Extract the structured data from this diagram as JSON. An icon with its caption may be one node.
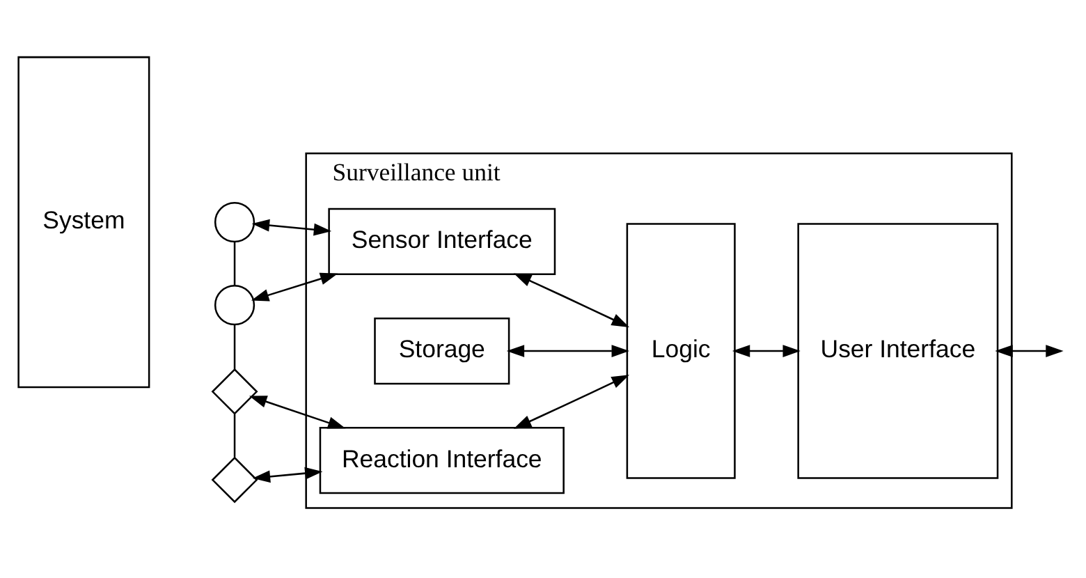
{
  "diagram": {
    "nodes": [
      {
        "text": [
          "System"
        ]
      },
      {
        "text": [],
        "shape": "circle"
      },
      {
        "text": [],
        "shape": "circle"
      },
      {
        "text": [],
        "shape": "diamond"
      },
      {
        "text": [],
        "shape": "diamond"
      },
      {
        "text": [
          "Surveillance unit"
        ]
      },
      {
        "text": [
          "Sensor Interface"
        ],
        "in": 5
      },
      {
        "text": [
          "Storage"
        ],
        "in": 5
      },
      {
        "text": [
          "Reaction Interface"
        ],
        "in": 5
      },
      {
        "text": [
          "Logic"
        ],
        "in": 5
      },
      {
        "text": [
          "User Interface"
        ],
        "in": 5
      }
    ],
    "edges": [
      {
        "from": 1,
        "to": 2,
        "arrow": "none"
      },
      {
        "from": 2,
        "to": 3,
        "arrow": "none"
      },
      {
        "from": 3,
        "to": 4,
        "arrow": "none"
      },
      {
        "from": 6,
        "to": 1,
        "arrow": "both"
      },
      {
        "from": 6,
        "to": 2,
        "arrow": "both"
      },
      {
        "from": 8,
        "to": 3,
        "arrow": "both"
      },
      {
        "from": 8,
        "to": 4,
        "arrow": "both"
      },
      {
        "from": 6,
        "to": 9,
        "arrow": "both"
      },
      {
        "from": 7,
        "to": 9,
        "arrow": "both"
      },
      {
        "from": 8,
        "to": 9,
        "arrow": "both"
      },
      {
        "from": 9,
        "to": 10,
        "arrow": "both"
      },
      {
        "from": 10,
        "to": null,
        "arrow": "both"
      }
    ]
  }
}
